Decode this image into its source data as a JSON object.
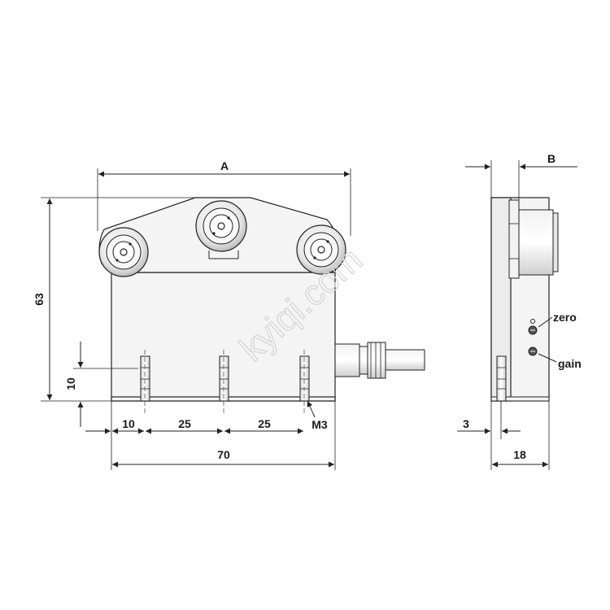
{
  "labels": {
    "dim_a": "A",
    "dim_b": "B",
    "dim_63": "63",
    "dim_10_vertical": "10",
    "dim_10": "10",
    "dim_25_left": "25",
    "dim_25_right": "25",
    "dim_thread": "M3",
    "dim_70": "70",
    "dim_3": "3",
    "dim_18": "18",
    "zero": "zero",
    "gain": "gain"
  },
  "watermark": "kyiqi.com"
}
